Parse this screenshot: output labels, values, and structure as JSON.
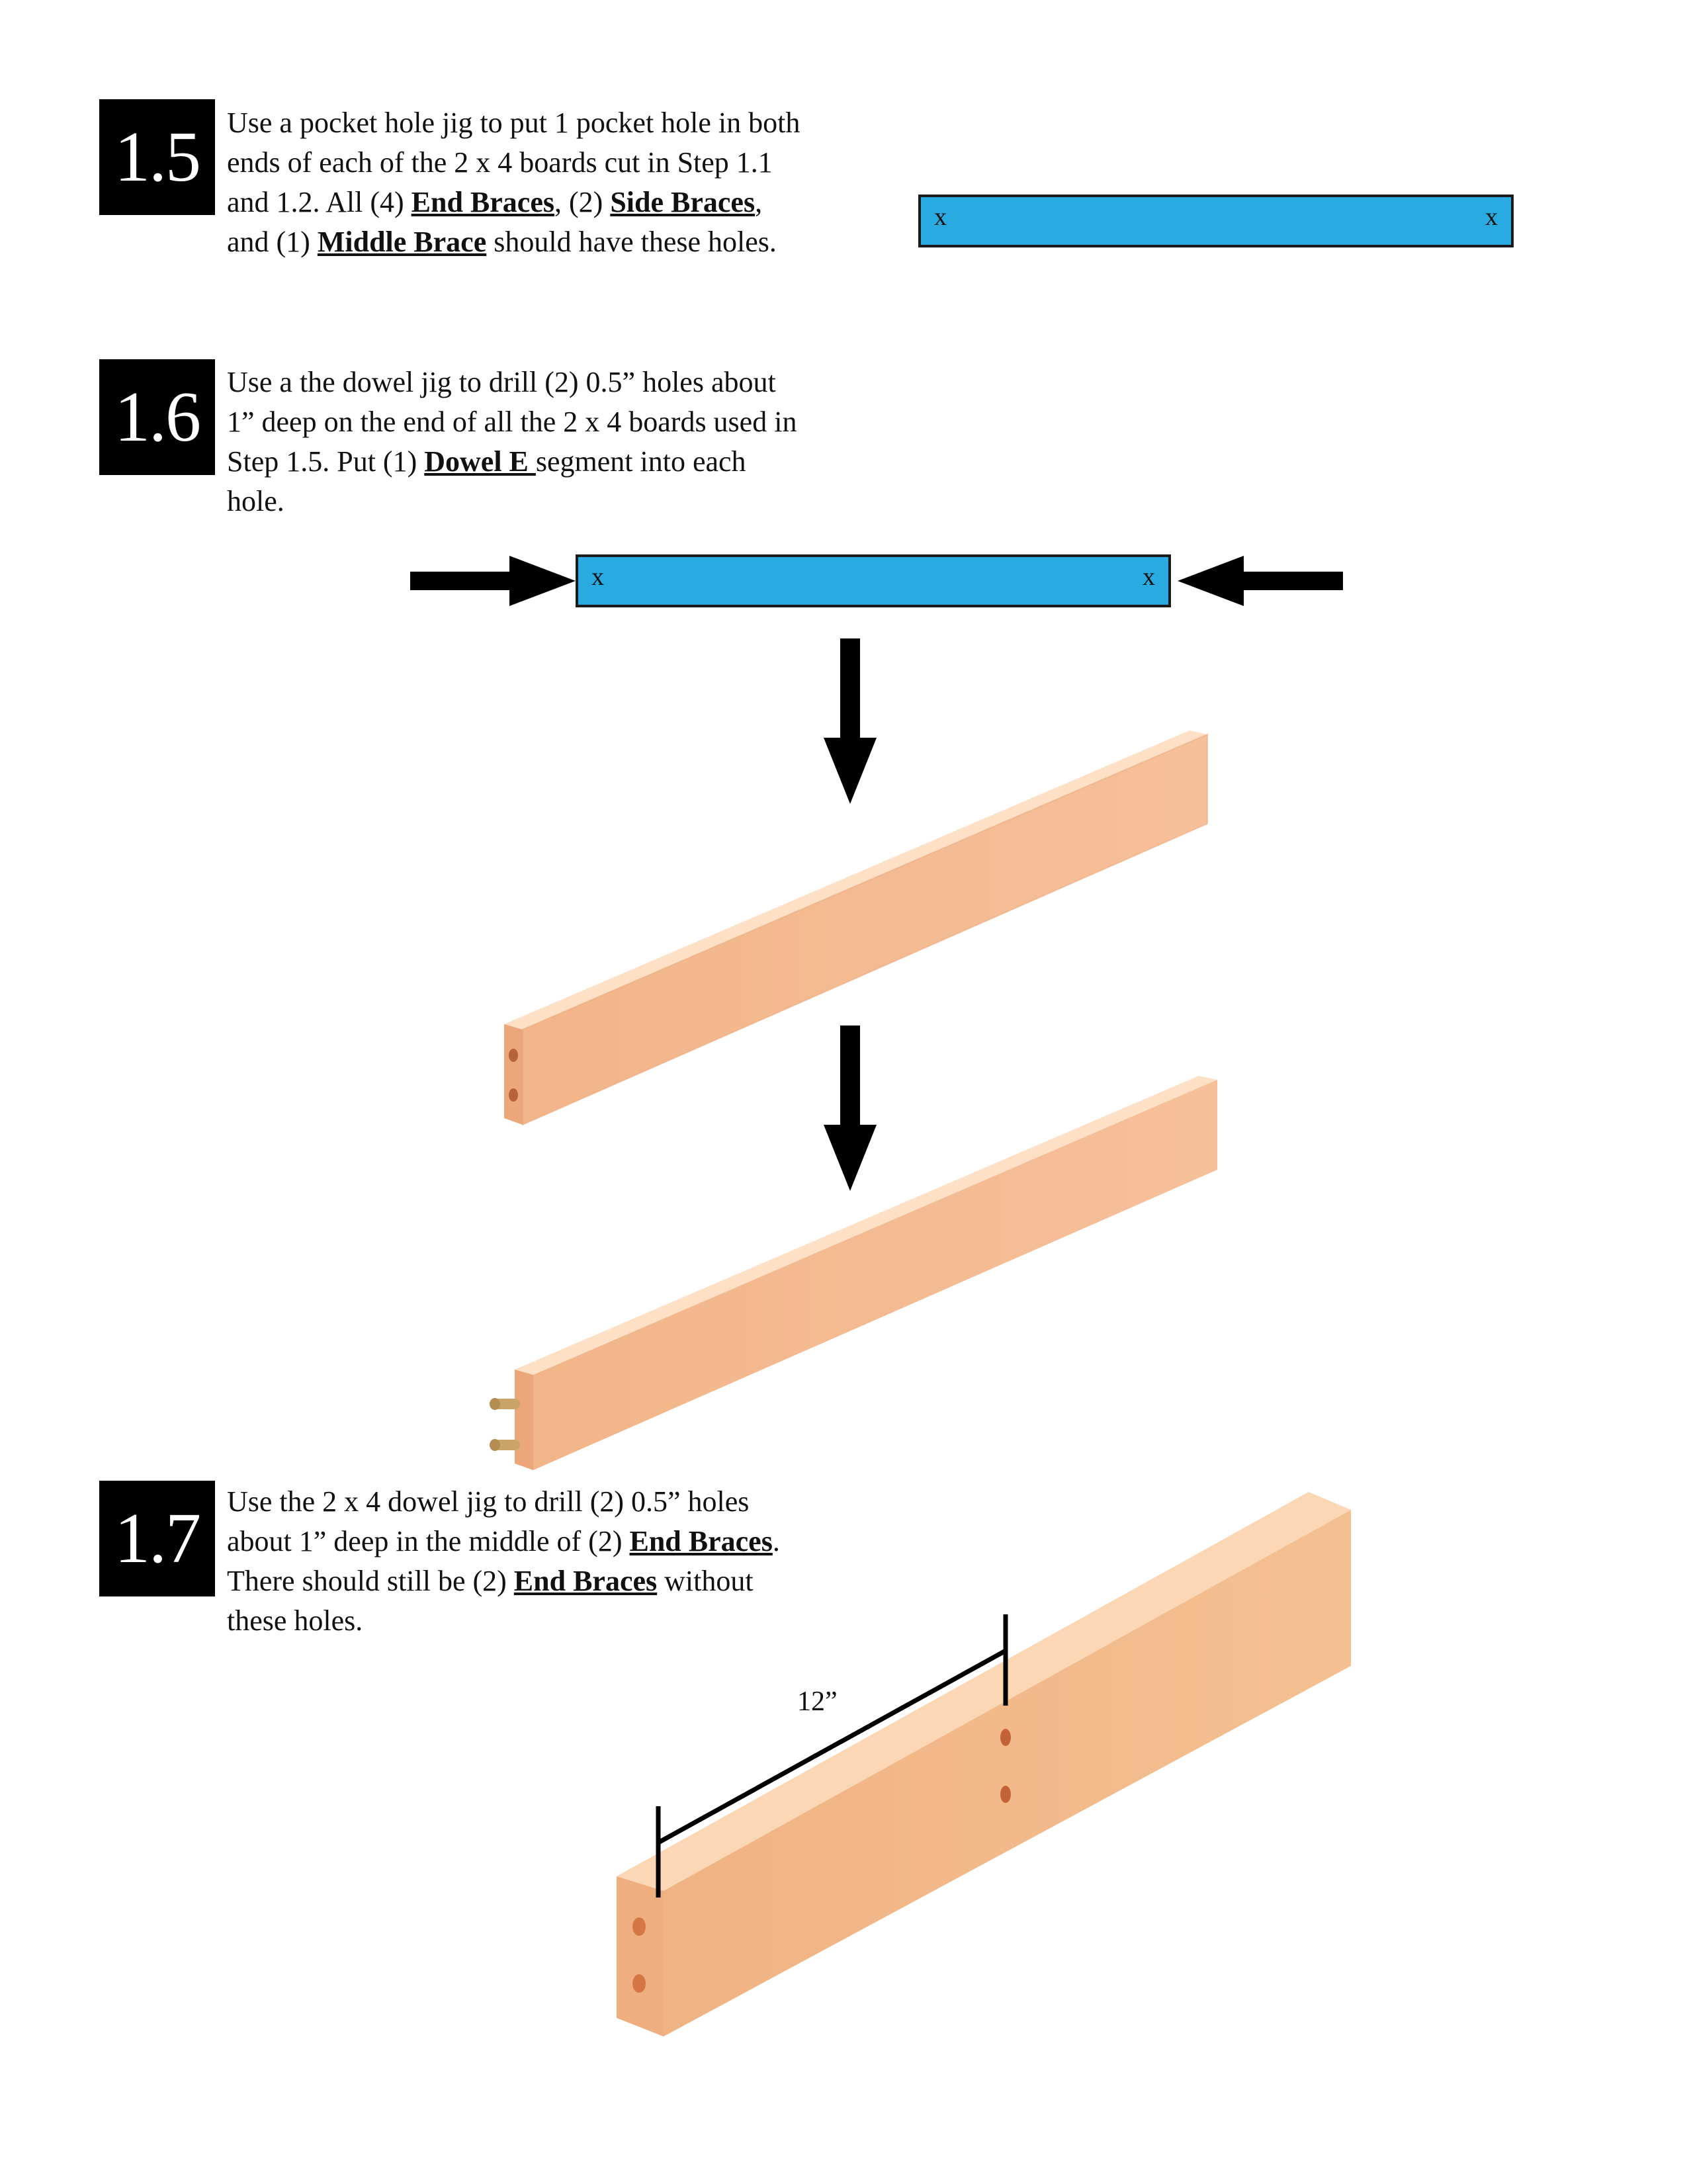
{
  "steps": [
    {
      "number": "1.5",
      "parts": [
        {
          "t": "Use a pocket hole jig to put 1 pocket hole in both ends of each of the 2 x 4 boards cut in Step 1.1 and 1.2. All (4) "
        },
        {
          "t": "End Braces",
          "b": true
        },
        {
          "t": ", (2) "
        },
        {
          "t": "Side Braces",
          "b": true
        },
        {
          "t": ", and (1) "
        },
        {
          "t": "Middle Brace",
          "b": true
        },
        {
          "t": " should have these holes."
        }
      ]
    },
    {
      "number": "1.6",
      "parts": [
        {
          "t": "Use a the dowel jig to drill (2) 0.5” holes about 1” deep on the end of all the 2 x 4 boards used in Step 1.5. Put (1) "
        },
        {
          "t": "Dowel E ",
          "b": true
        },
        {
          "t": " segment into each hole."
        }
      ]
    },
    {
      "number": "1.7",
      "parts": [
        {
          "t": "Use the 2 x 4 dowel jig to drill (2) 0.5” holes about 1” deep in the middle of (2) "
        },
        {
          "t": "End Braces",
          "b": true
        },
        {
          "t": ". There should still be (2) "
        },
        {
          "t": "End Braces",
          "b": true
        },
        {
          "t": " without these holes."
        }
      ]
    }
  ],
  "board_marks": {
    "left": "x",
    "right": "x"
  },
  "dimension_label": "12”",
  "colors": {
    "board_blue": "#29abe2",
    "wood_light": "#f7c39a",
    "wood_dark": "#e9a274"
  }
}
